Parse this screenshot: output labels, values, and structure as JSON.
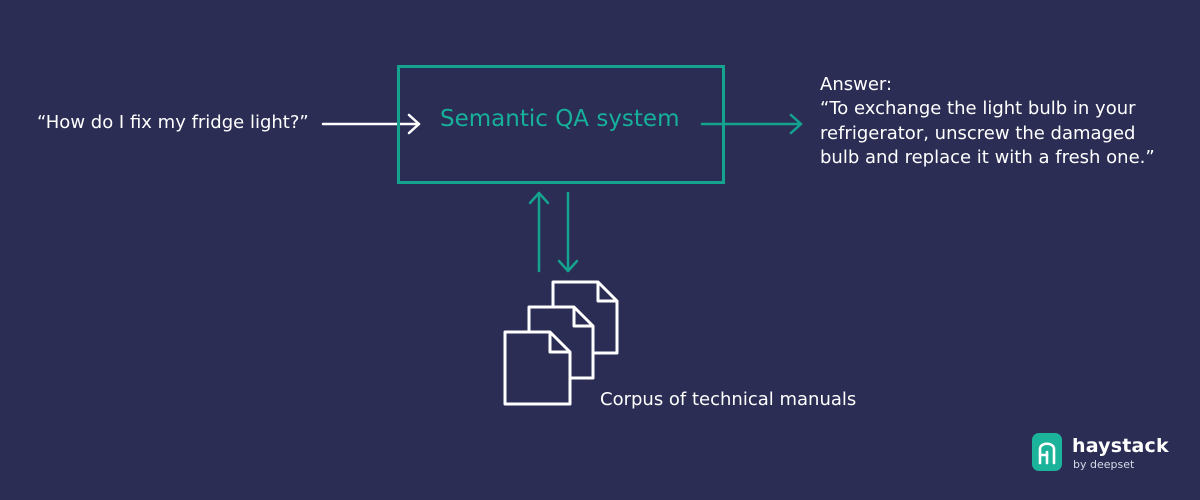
{
  "question": "“How do I fix my fridge light?”",
  "system_label": "Semantic QA system",
  "answer": {
    "heading": "Answer:",
    "text": "“To exchange the light bulb in your refrigerator, unscrew the damaged bulb and replace it with a fresh one.”"
  },
  "corpus_label": "Corpus of technical manuals",
  "logo": {
    "wordmark": "haystack",
    "byline": "by deepset"
  },
  "colors": {
    "background": "#2b2d54",
    "accent": "#14a38f",
    "text": "#ffffff"
  },
  "icons": [
    "arrow-right-icon",
    "arrow-up-icon",
    "arrow-down-icon",
    "document-stack-icon",
    "haystack-logo-icon"
  ]
}
